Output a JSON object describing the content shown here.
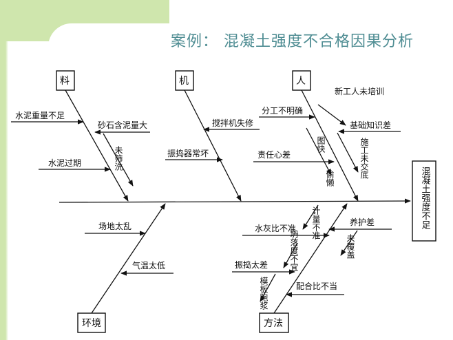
{
  "title": "案例：  混凝土强度不合格因果分析",
  "effect": "混凝土强度不足",
  "categories": {
    "material": "料",
    "machine": "机",
    "people": "人",
    "environment": "环境",
    "method": "方法"
  },
  "causes": {
    "cement_weight": "水泥重量不足",
    "sand_clay": "砂石含泥量大",
    "not_sieved": "未筛洗",
    "cement_expired": "水泥过期",
    "mixer_repair": "搅拌机失修",
    "vibrator_broken": "振捣器常坏",
    "division_unclear": "分工不明确",
    "new_untrained": "新工人未培训",
    "poor_basics": "基础知识差",
    "no_handover": "施工未交底",
    "seek_ease": "图快",
    "poor_responsibility": "责任心差",
    "lazy": "偷懒",
    "site_messy": "场地太乱",
    "low_temp": "气温太低",
    "inaccurate_measure": "计量不准",
    "wc_ratio": "水灰比不准",
    "poor_curing": "养护差",
    "not_covered": "未覆盖",
    "drop_height": "坍落度不宜",
    "vibration_poor": "振捣太差",
    "formwork_leak": "模板跑浆",
    "mix_improper": "配合比不当"
  }
}
